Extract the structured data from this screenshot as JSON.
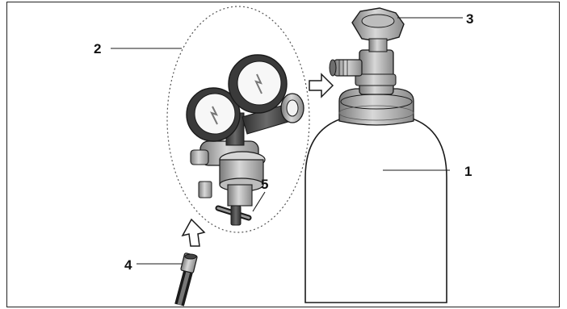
{
  "callouts": {
    "gas_cylinder": "1",
    "pressure_regulator": "2",
    "cylinder_valve": "3",
    "gas_hose": "4",
    "regulator_valve": "5"
  },
  "colors": {
    "cylinder_fill": "#ffffff",
    "outline": "#1a1a1a",
    "gray_dark": "#4a4a4a",
    "gray_mid": "#8f8f8f",
    "gray_light": "#cfcfcf",
    "dashed_circle": "#555555"
  }
}
